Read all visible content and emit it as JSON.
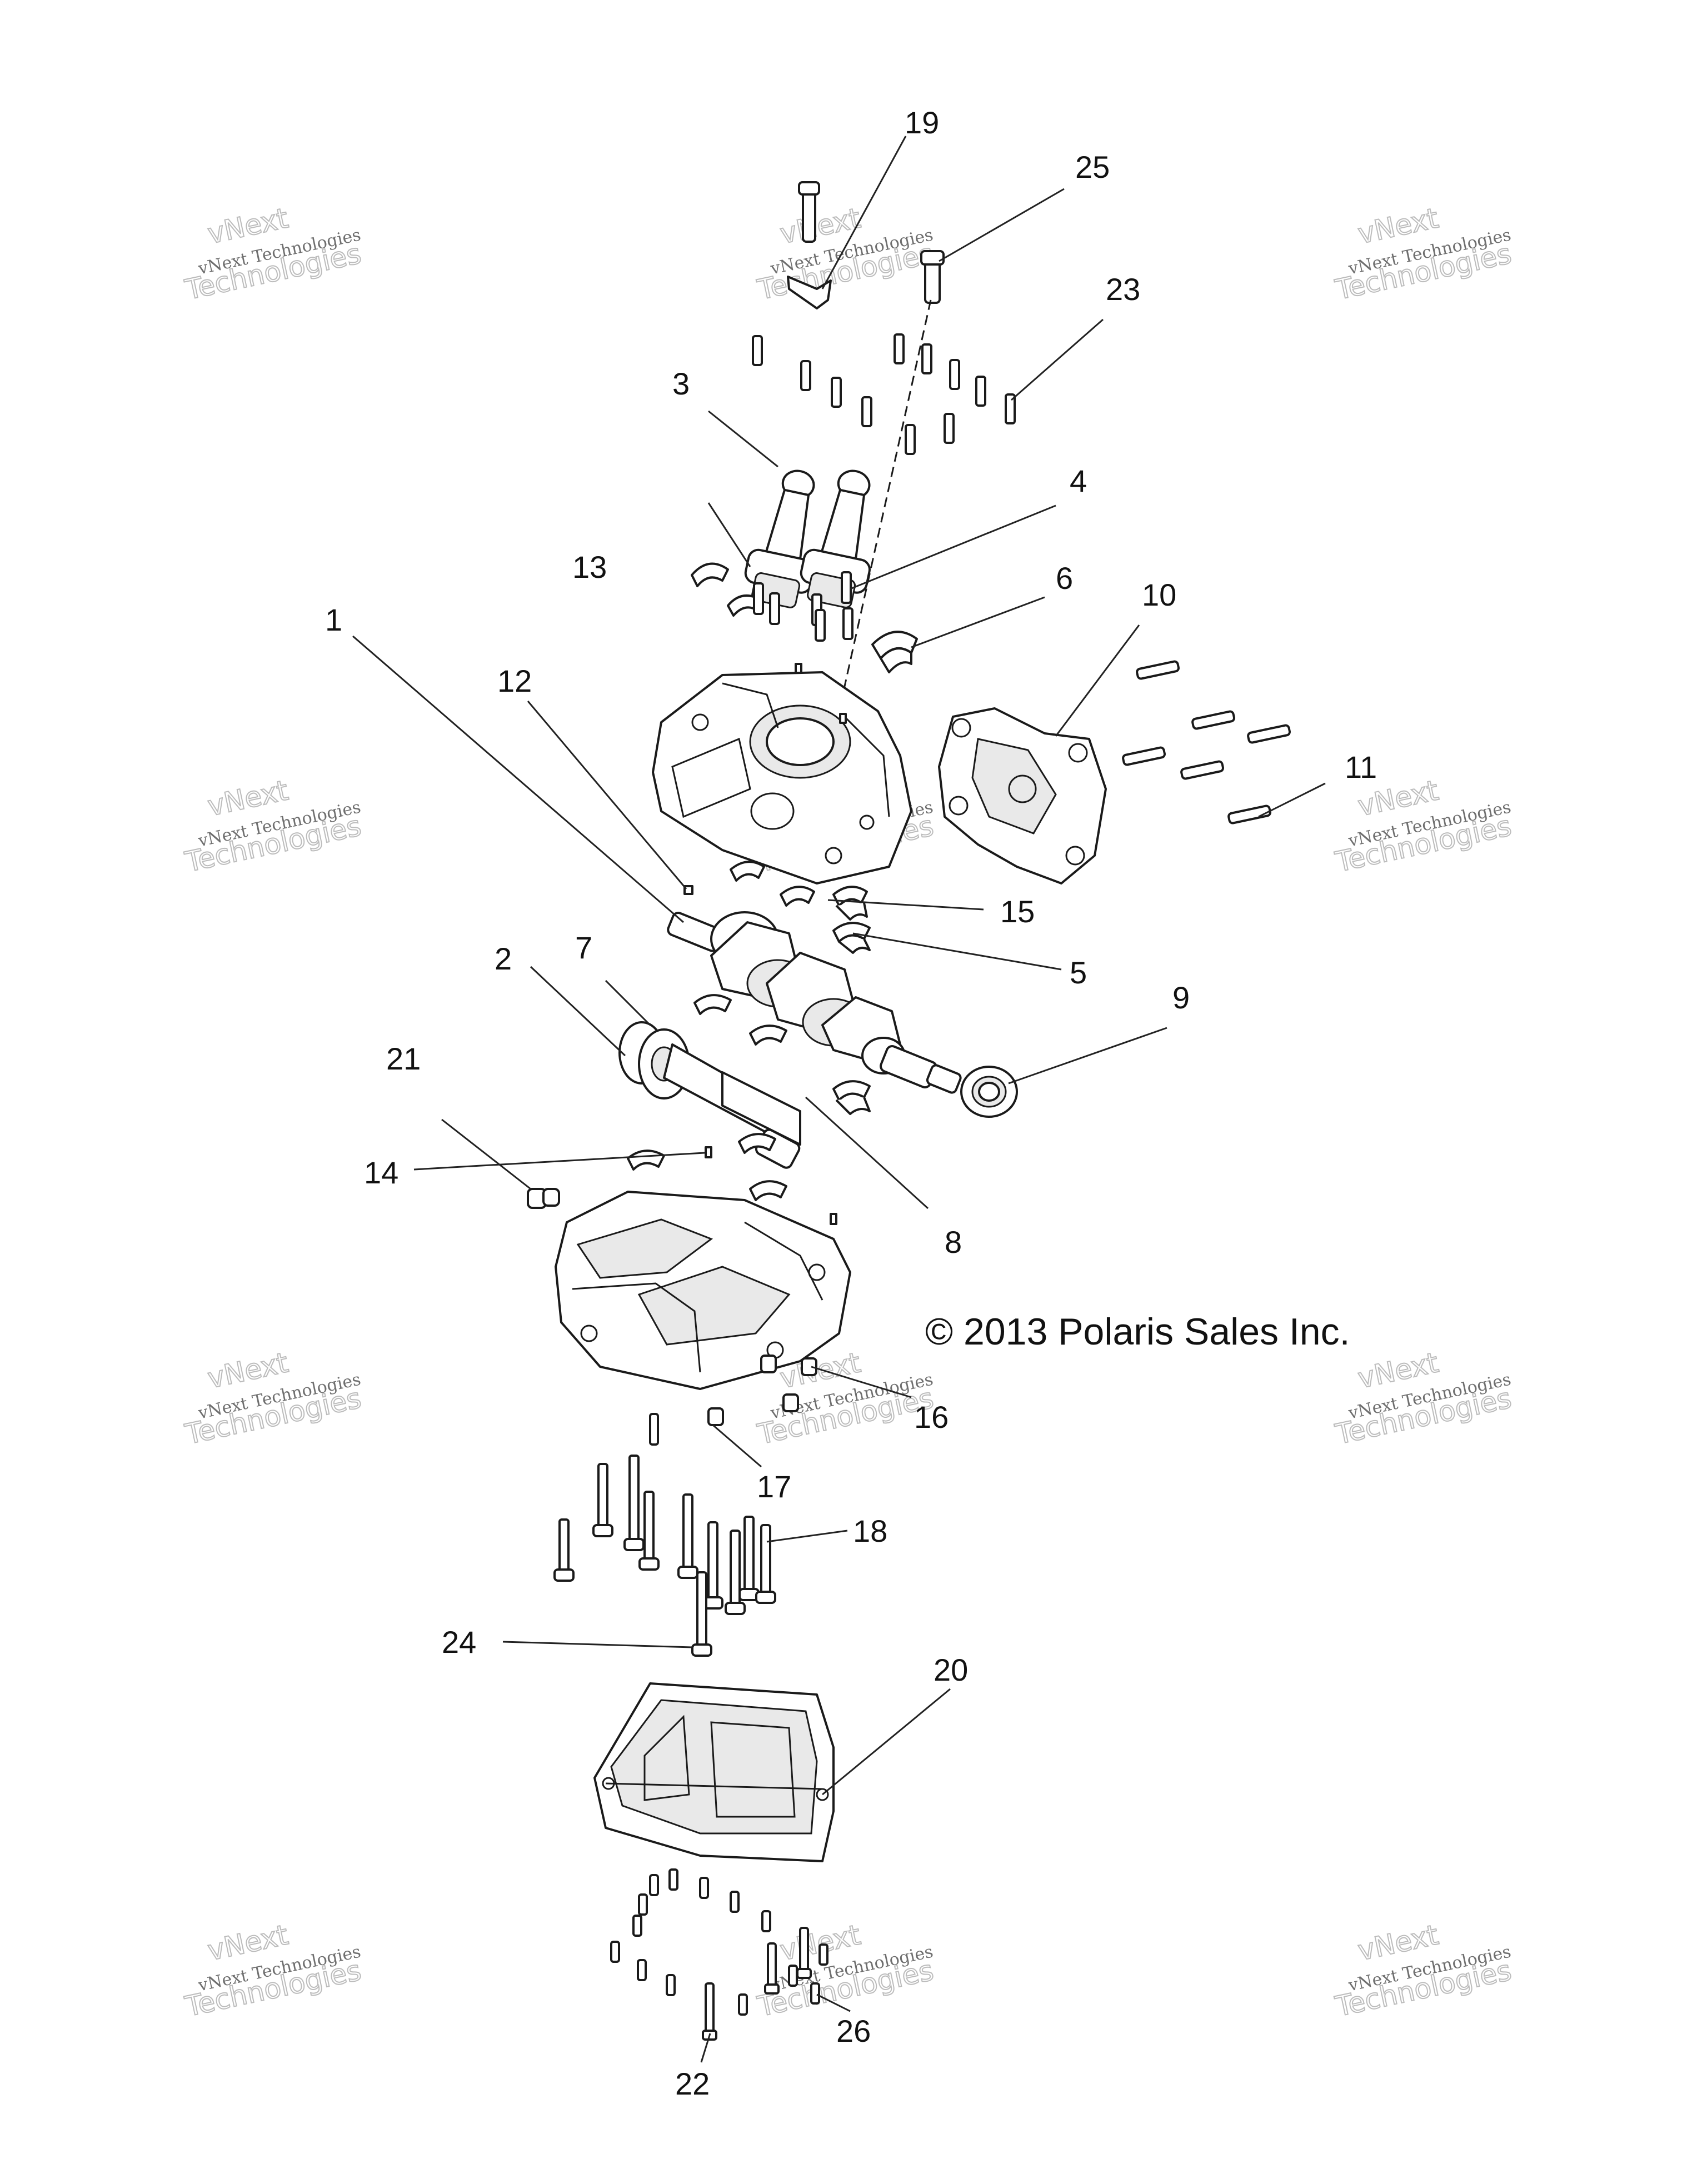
{
  "copyright": "© 2013 Polaris Sales Inc.",
  "watermark": {
    "line1": "vNext Technologies",
    "line2": "vNext",
    "line3": "Technologies"
  },
  "callouts": [
    "1",
    "2",
    "3",
    "4",
    "5",
    "6",
    "7",
    "8",
    "9",
    "10",
    "11",
    "12",
    "13",
    "14",
    "15",
    "16",
    "17",
    "18",
    "19",
    "20",
    "21",
    "22",
    "23",
    "24",
    "25",
    "26"
  ]
}
